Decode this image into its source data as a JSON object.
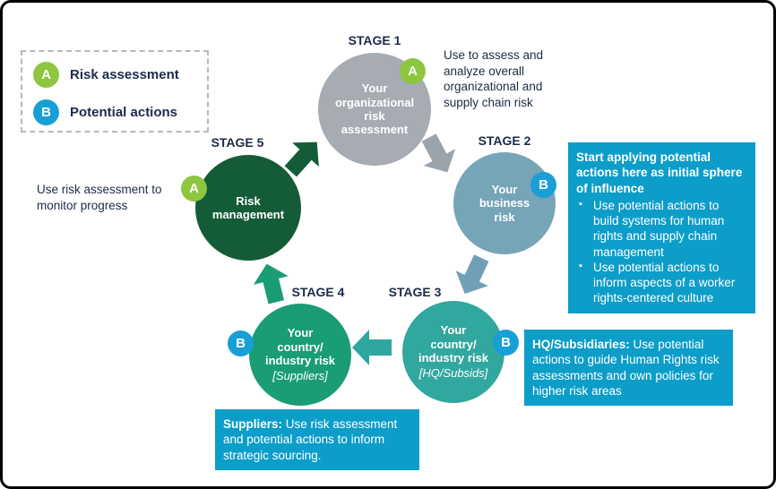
{
  "legend": {
    "items": [
      {
        "badge": "A",
        "label": "Risk assessment"
      },
      {
        "badge": "B",
        "label": "Potential actions"
      }
    ]
  },
  "stages": [
    {
      "label": "STAGE 1",
      "badge": "A",
      "lines": [
        "Your",
        "organizational",
        "risk",
        "assessment"
      ],
      "sub": "",
      "color": "#a7acb2"
    },
    {
      "label": "STAGE 2",
      "badge": "B",
      "lines": [
        "Your",
        "business",
        "risk"
      ],
      "sub": "",
      "color": "#76a5b8"
    },
    {
      "label": "STAGE 3",
      "badge": "B",
      "lines": [
        "Your",
        "country/",
        "industry risk"
      ],
      "sub": "[HQ/Subsids]",
      "color": "#30a79f"
    },
    {
      "label": "STAGE 4",
      "badge": "B",
      "lines": [
        "Your",
        "country/",
        "industry risk"
      ],
      "sub": "[Suppliers]",
      "color": "#1a9c75"
    },
    {
      "label": "STAGE 5",
      "badge": "A",
      "lines": [
        "Risk",
        "management"
      ],
      "sub": "",
      "color": "#145c38"
    }
  ],
  "notes": {
    "stage1_note": "Use to assess and analyze overall organizational and supply chain risk",
    "stage5_note": "Use risk assessment to monitor progress"
  },
  "influence_box": {
    "heading": "Start applying potential actions here as initial sphere of influence",
    "bullets": [
      "Use potential actions to build systems for human rights and supply chain management",
      "Use potential actions to inform aspects of a worker rights-centered culture"
    ]
  },
  "hq_box": {
    "lead": "HQ/Subsidiaries:",
    "text": " Use potential actions to guide Human Rights risk assessments and own policies for higher risk areas"
  },
  "suppliers_box": {
    "lead": "Suppliers:",
    "text": " Use risk assessment and potential actions to inform strategic sourcing."
  },
  "colors": {
    "accent_cyan_box": "#0d9dc9",
    "badge_a_green": "#8dc63f",
    "badge_b_blue": "#189fd6",
    "stage1_gray": "#a7acb2",
    "stage2_steel_blue": "#76a5b8",
    "stage3_teal": "#30a79f",
    "stage4_emerald": "#1a9c75",
    "stage5_dark_green": "#145c38",
    "text_navy": "#1c2b4a",
    "arrow_gray": "#9ba3ab"
  }
}
